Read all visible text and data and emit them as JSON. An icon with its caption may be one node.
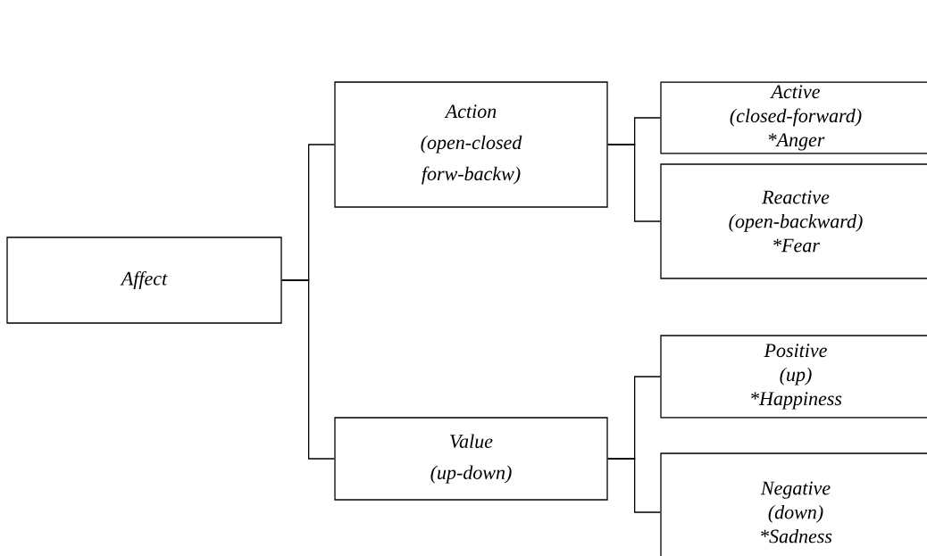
{
  "diagram": {
    "nodes": [
      {
        "text": [
          "Affect"
        ]
      },
      {
        "text": [
          "Action",
          "(open-closed forw-backw)"
        ]
      },
      {
        "text": [
          "Value",
          "(up-down)"
        ]
      },
      {
        "text": [
          "Active",
          "(closed-forward)",
          "*Anger"
        ]
      },
      {
        "text": [
          "Reactive",
          "(open-backward)",
          "*Fear"
        ]
      },
      {
        "text": [
          "Positive",
          "(up)",
          "*Happiness"
        ]
      },
      {
        "text": [
          "Negative",
          "(down)",
          "*Sadness"
        ]
      }
    ],
    "edges": [
      {
        "from": 0,
        "to": 1,
        "arrow": "none"
      },
      {
        "from": 0,
        "to": 2,
        "arrow": "none"
      },
      {
        "from": 1,
        "to": 3,
        "arrow": "none"
      },
      {
        "from": 1,
        "to": 4,
        "arrow": "none"
      },
      {
        "from": 2,
        "to": 5,
        "arrow": "none"
      },
      {
        "from": 2,
        "to": 6,
        "arrow": "none"
      }
    ]
  }
}
